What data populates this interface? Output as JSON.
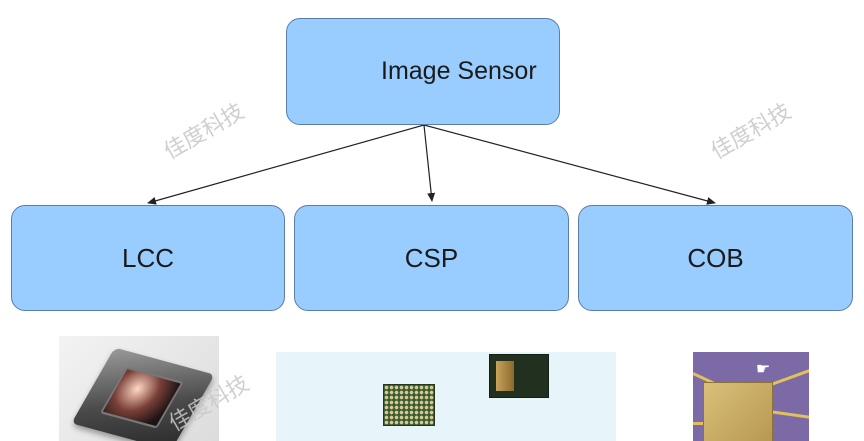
{
  "diagram": {
    "root": {
      "label": "Image Sensor"
    },
    "children": [
      {
        "label": "LCC"
      },
      {
        "label": "CSP"
      },
      {
        "label": "COB"
      }
    ]
  },
  "watermark": {
    "text": "佳度科技"
  },
  "colors": {
    "box_fill": "#99ccff",
    "box_border": "#5a7ea8",
    "arrow": "#222222"
  },
  "icons": {
    "pointer": "pointing-hand-icon"
  }
}
